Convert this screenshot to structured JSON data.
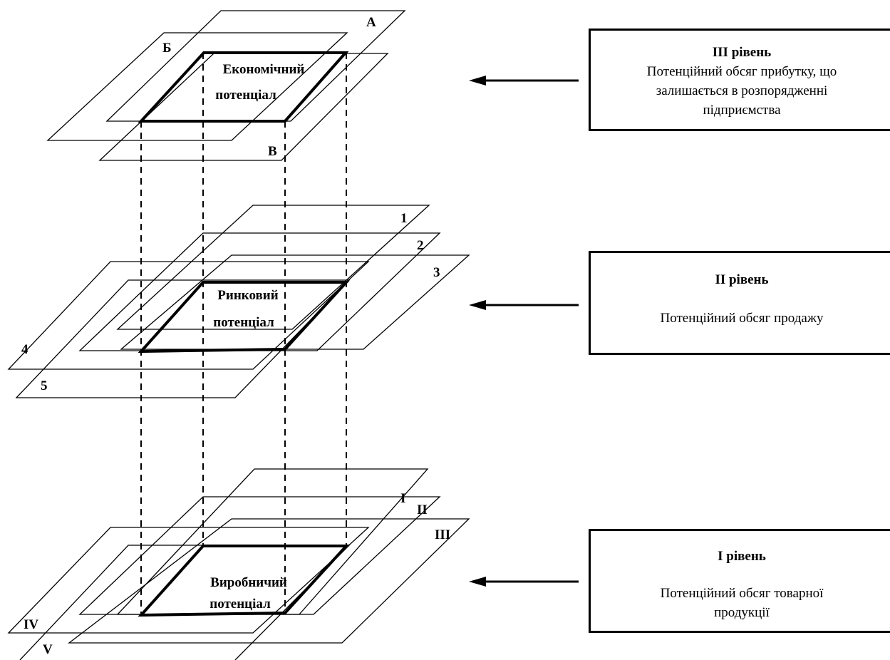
{
  "levels": [
    {
      "potential": [
        "Економічний",
        "потенціал"
      ],
      "plane_labels": [
        "А",
        "Б",
        "В"
      ],
      "box_title": "ІІІ рівень",
      "box_text": [
        "Потенційний обсяг прибутку, що",
        "залишається в розпорядженні",
        "підприємства"
      ]
    },
    {
      "potential": [
        "Ринковий",
        "потенціал"
      ],
      "plane_labels": [
        "1",
        "2",
        "3",
        "4",
        "5"
      ],
      "box_title": "ІІ рівень",
      "box_text": [
        "Потенційний обсяг продажу"
      ]
    },
    {
      "potential": [
        "Виробничий",
        "потенціал"
      ],
      "plane_labels": [
        "І",
        "ІІ",
        "ІІІ",
        "ІV",
        "V"
      ],
      "box_title": "І рівень",
      "box_text": [
        "Потенційний обсяг товарної",
        "продукції"
      ]
    }
  ],
  "colors": {
    "line": "#000000",
    "background": "#ffffff"
  }
}
